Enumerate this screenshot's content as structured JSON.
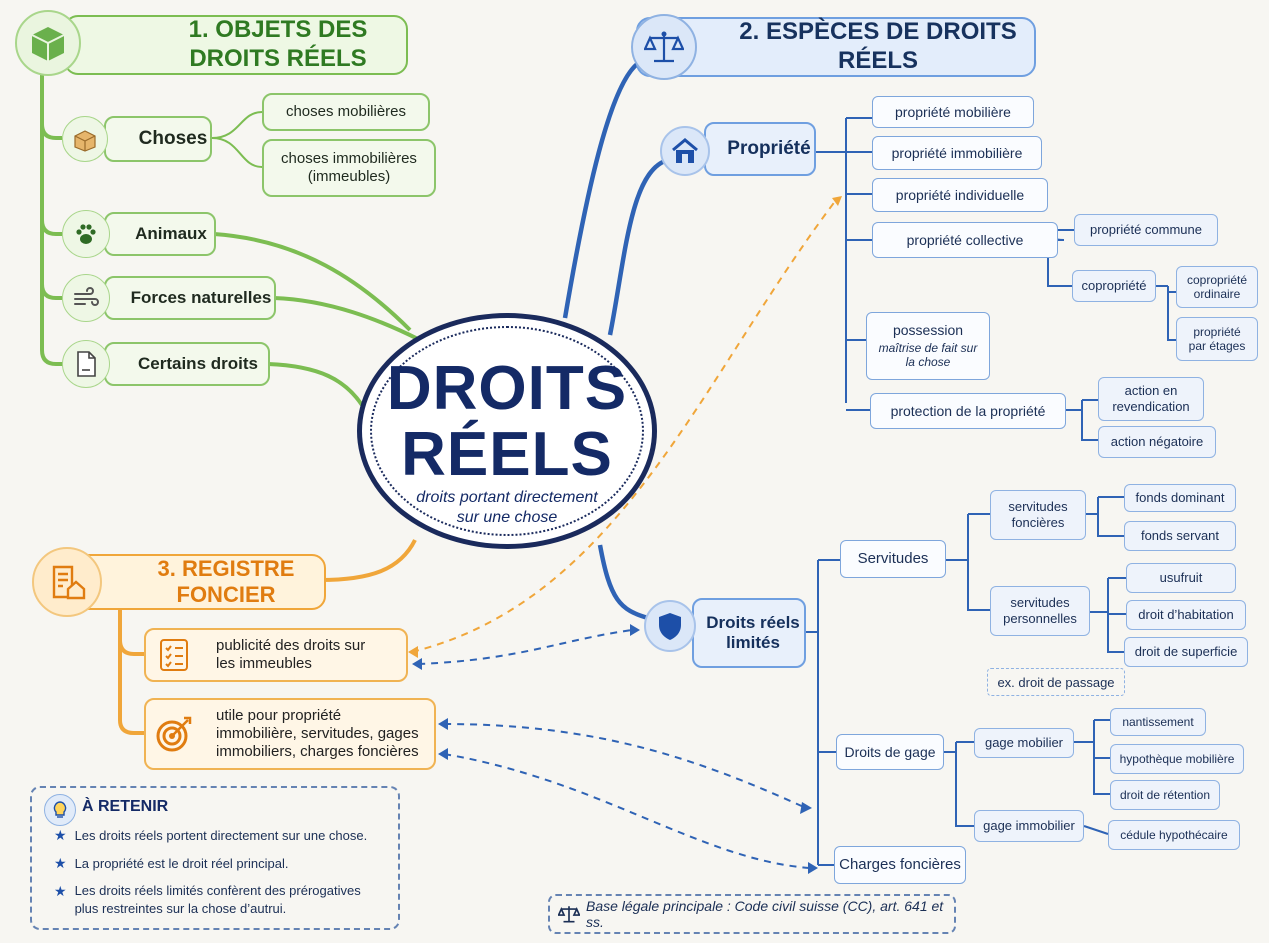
{
  "center": {
    "title_line1": "DROITS",
    "title_line2": "RÉELS",
    "subtitle_line1": "droits portant directement",
    "subtitle_line2": "sur une chose"
  },
  "section1": {
    "title": "1. OBJETS DES DROITS RÉELS",
    "choses": {
      "label": "Choses",
      "children": [
        "choses mobilières",
        "choses immobilières (immeubles)"
      ]
    },
    "animaux": "Animaux",
    "forces": "Forces naturelles",
    "droits": "Certains droits"
  },
  "section2": {
    "title": "2. ESPÈCES DE DROITS RÉELS",
    "propriete": {
      "label": "Propriété",
      "items": [
        "propriété mobilière",
        "propriété immobilière",
        "propriété individuelle",
        "propriété collective"
      ],
      "collective": {
        "commune": "propriété commune",
        "copropriete": "copropriété",
        "copro_children": [
          "copropriété ordinaire",
          "propriété par étages"
        ]
      },
      "possession": {
        "label": "possession",
        "note": "maîtrise de fait sur la chose"
      },
      "protection": {
        "label": "protection de la propriété",
        "children": [
          "action en revendication",
          "action négatoire"
        ]
      }
    },
    "limites": {
      "label": "Droits réels limités",
      "servitudes": {
        "label": "Servitudes",
        "foncieres": {
          "label": "servitudes foncières",
          "children": [
            "fonds dominant",
            "fonds servant"
          ]
        },
        "personnelles": {
          "label": "servitudes personnelles",
          "children": [
            "usufruit",
            "droit d’habitation",
            "droit de superficie"
          ]
        },
        "example": "ex. droit de passage"
      },
      "gage": {
        "label": "Droits de gage",
        "mobilier": {
          "label": "gage mobilier",
          "children": [
            "nantissement",
            "hypothèque mobilière",
            "droit de rétention"
          ]
        },
        "immobilier": {
          "label": "gage immobilier",
          "children": [
            "cédule hypothécaire"
          ]
        }
      },
      "charges": "Charges foncières"
    }
  },
  "section3": {
    "title": "3. REGISTRE FONCIER",
    "publicite": "publicité des droits sur les immeubles",
    "utile": "utile pour propriété immobilière, servitudes, gages immobiliers, charges foncières"
  },
  "retenir": {
    "title": "À RETENIR",
    "items": [
      "Les droits réels portent directement sur une chose.",
      "La propriété est le droit réel principal.",
      "Les droits réels limités confèrent des prérogatives plus restreintes sur la chose d’autrui."
    ]
  },
  "base": "Base légale principale : Code civil suisse (CC), art. 641 et ss.",
  "colors": {
    "green": "#7cbd52",
    "blue": "#2f63b5",
    "navy": "#142a66",
    "orange": "#f0a63a"
  },
  "icons": [
    "box-icon",
    "open-box-icon",
    "paw-icon",
    "wind-icon",
    "document-icon",
    "scales-icon",
    "house-icon",
    "shield-icon",
    "register-icon",
    "checklist-icon",
    "target-icon",
    "lightbulb-icon",
    "star-icon"
  ]
}
